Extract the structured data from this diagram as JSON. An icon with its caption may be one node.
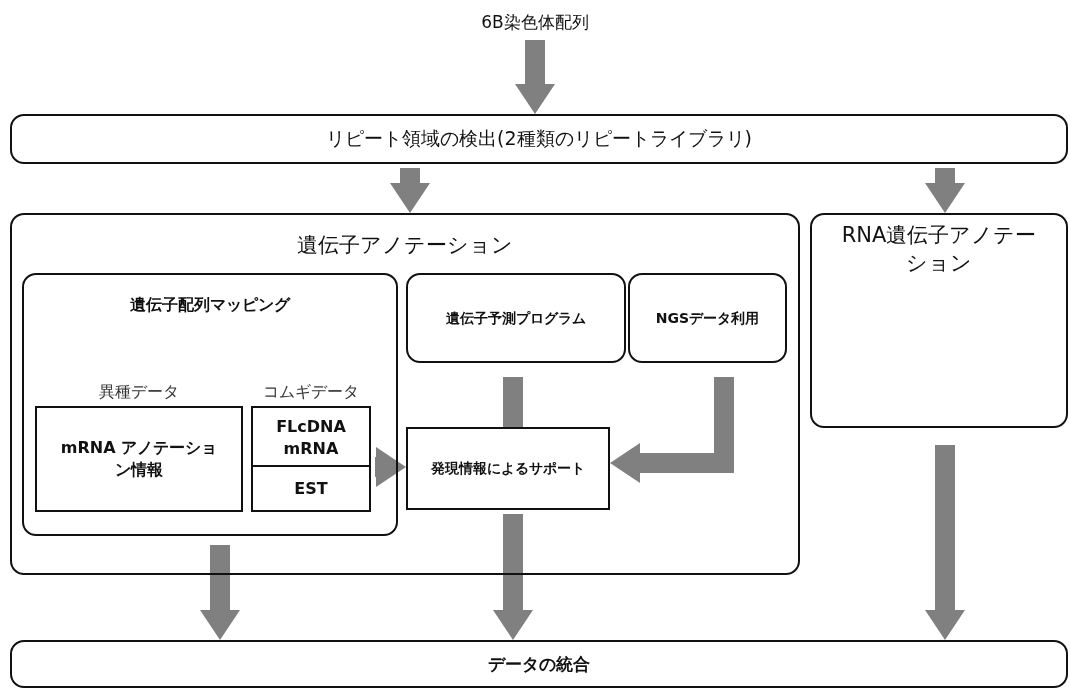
{
  "diagram": {
    "nodes": [
      {
        "text": [
          "6B染色体配列"
        ]
      },
      {
        "text": [
          "リピート領域の検出(2種類のリピートライブラリ)"
        ]
      },
      {
        "text": [
          "遺伝子アノテーション"
        ]
      },
      {
        "text": [
          "遺伝子配列マッピング"
        ],
        "in": 2
      },
      {
        "text": [
          "異種データ",
          "mRNA アノテーション情報"
        ],
        "in": 3
      },
      {
        "text": [
          "コムギデータ"
        ],
        "in": 3
      },
      {
        "text": [
          "FLcDNA mRNA"
        ],
        "in": 5
      },
      {
        "text": [
          "EST"
        ],
        "in": 5
      },
      {
        "text": [
          "遺伝子予測プログラム"
        ],
        "in": 2
      },
      {
        "text": [
          "NGSデータ利用"
        ],
        "in": 2
      },
      {
        "text": [
          "発現情報によるサポート"
        ],
        "in": 2
      },
      {
        "text": [
          "RNA遺伝子アノテーション"
        ]
      },
      {
        "text": [
          "データの統合"
        ]
      }
    ],
    "edges": [
      {
        "from": 0,
        "to": 1,
        "arrow": "to"
      },
      {
        "from": 1,
        "to": 2,
        "arrow": "to"
      },
      {
        "from": 1,
        "to": 11,
        "arrow": "to"
      },
      {
        "from": 5,
        "to": 10,
        "arrow": "to"
      },
      {
        "from": 8,
        "to": 10,
        "arrow": "none"
      },
      {
        "from": 9,
        "to": 10,
        "arrow": "to"
      },
      {
        "from": 10,
        "to": 12,
        "arrow": "to"
      },
      {
        "from": 3,
        "to": 12,
        "arrow": "to"
      },
      {
        "from": 11,
        "to": 12,
        "arrow": "to"
      }
    ]
  }
}
